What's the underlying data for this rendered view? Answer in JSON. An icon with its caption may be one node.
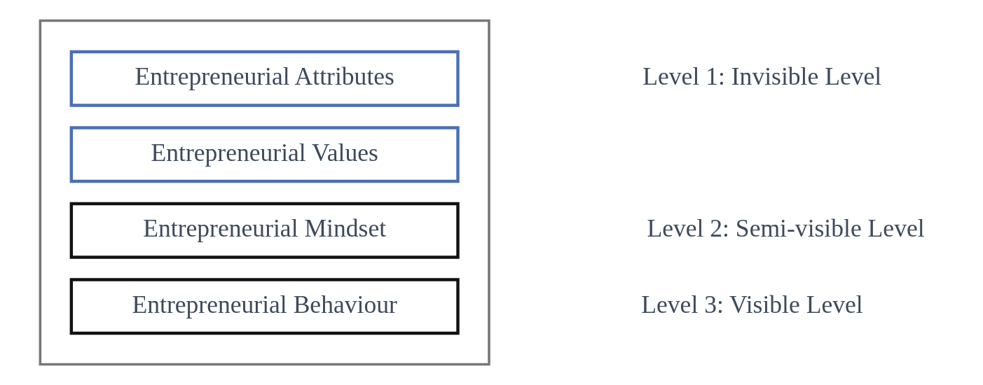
{
  "diagram": {
    "nodes": [
      {
        "text": [],
        "shape": "box"
      },
      {
        "text": [
          "Entrepreneurial Attributes"
        ],
        "in": 0
      },
      {
        "text": [
          "Entrepreneurial Values"
        ],
        "in": 0
      },
      {
        "text": [
          "Entrepreneurial Mindset"
        ],
        "in": 0
      },
      {
        "text": [
          "Entrepreneurial Behaviour"
        ],
        "in": 0
      }
    ],
    "edges": [],
    "labels": [
      "Level 1: Invisible Level",
      "Level 2: Semi-visible Level",
      "Level 3: Visible Level"
    ]
  }
}
